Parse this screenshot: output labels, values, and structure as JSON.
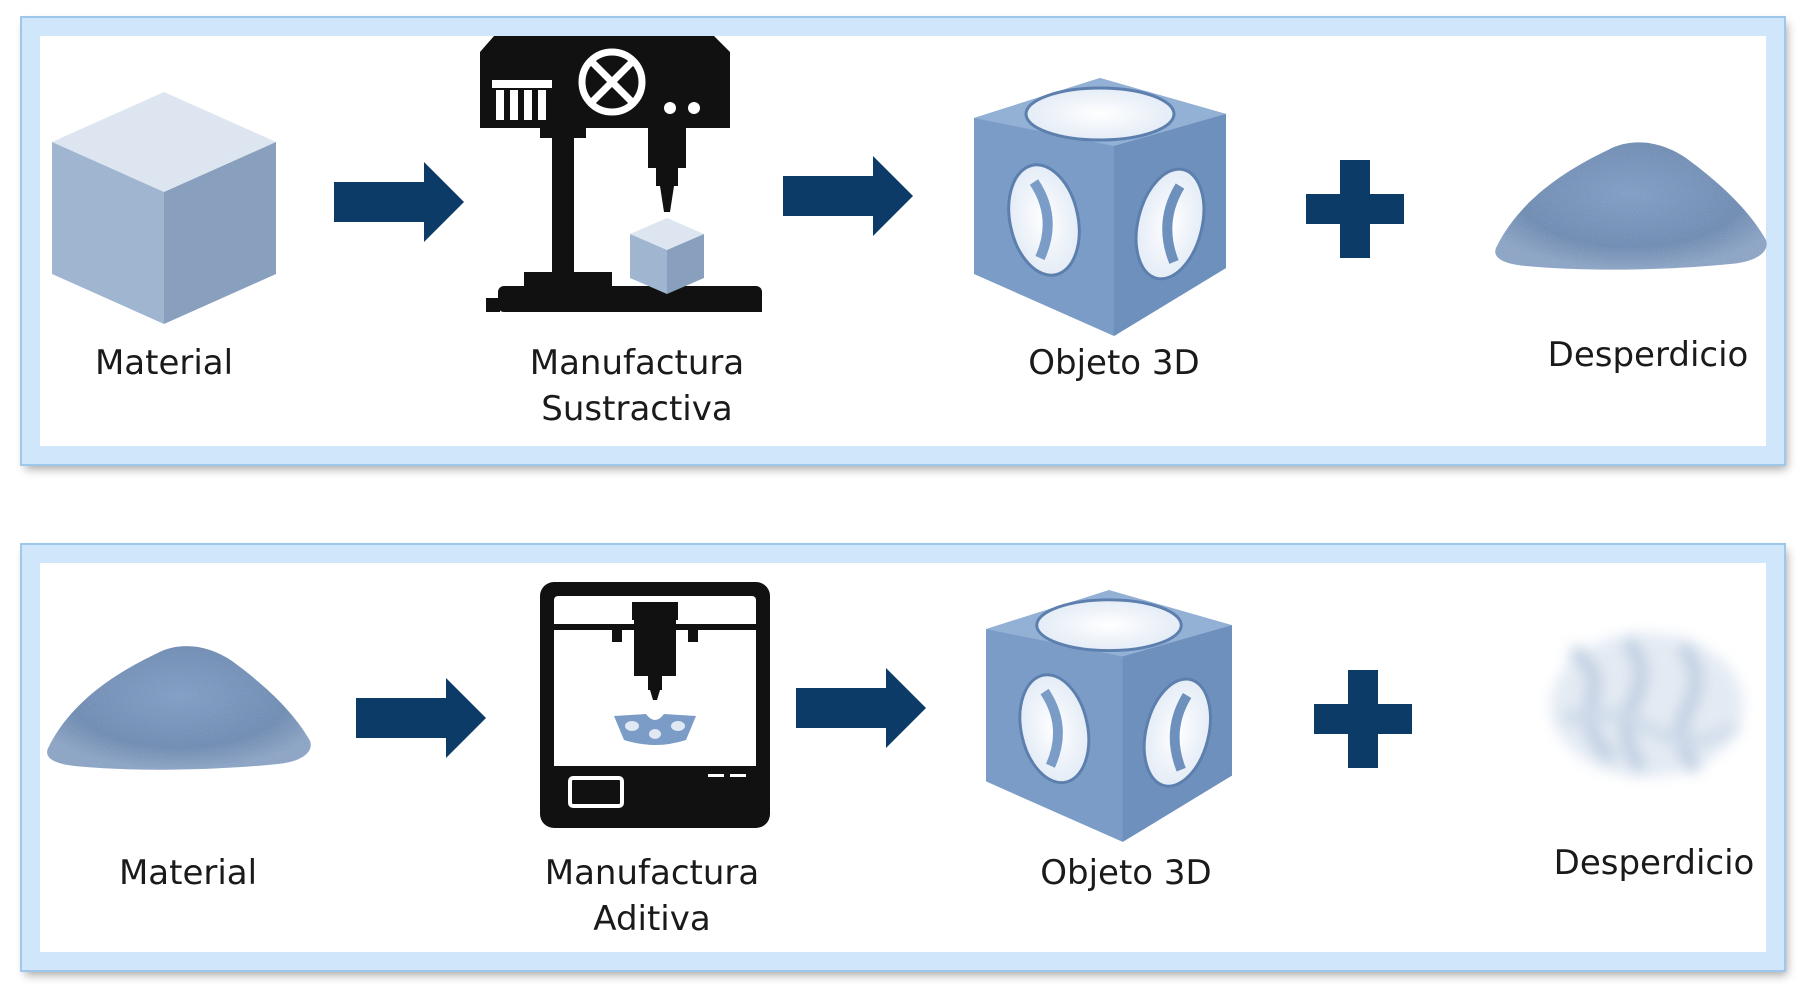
{
  "colors": {
    "panel_border": "#cfe6fb",
    "arrow": "#0b3b66",
    "cube_top": "#dde6f0",
    "cube_left": "#9fb5d0",
    "cube_right": "#889fbd",
    "object_blue": "#7a9cc6",
    "powder_blue": "#6f8fba",
    "machine_black": "#111111"
  },
  "sections": [
    {
      "id": "subtractive",
      "steps": [
        {
          "icon": "material-cube-icon",
          "label": "Material"
        },
        {
          "icon": "drill-press-icon",
          "label_line1": "Manufactura",
          "label_line2": "Sustractiva"
        },
        {
          "icon": "3d-object-cube-icon",
          "label": "Objeto 3D"
        },
        {
          "icon": "powder-pile-icon",
          "label": "Desperdicio"
        }
      ],
      "connectors": [
        "arrow-icon",
        "arrow-icon",
        "plus-icon"
      ]
    },
    {
      "id": "additive",
      "steps": [
        {
          "icon": "powder-pile-icon",
          "label": "Material"
        },
        {
          "icon": "3d-printer-icon",
          "label_line1": "Manufactura",
          "label_line2": "Aditiva"
        },
        {
          "icon": "3d-object-cube-icon",
          "label": "Objeto 3D"
        },
        {
          "icon": "dust-cloud-icon",
          "label": "Desperdicio"
        }
      ],
      "connectors": [
        "arrow-icon",
        "arrow-icon",
        "plus-icon"
      ]
    }
  ]
}
